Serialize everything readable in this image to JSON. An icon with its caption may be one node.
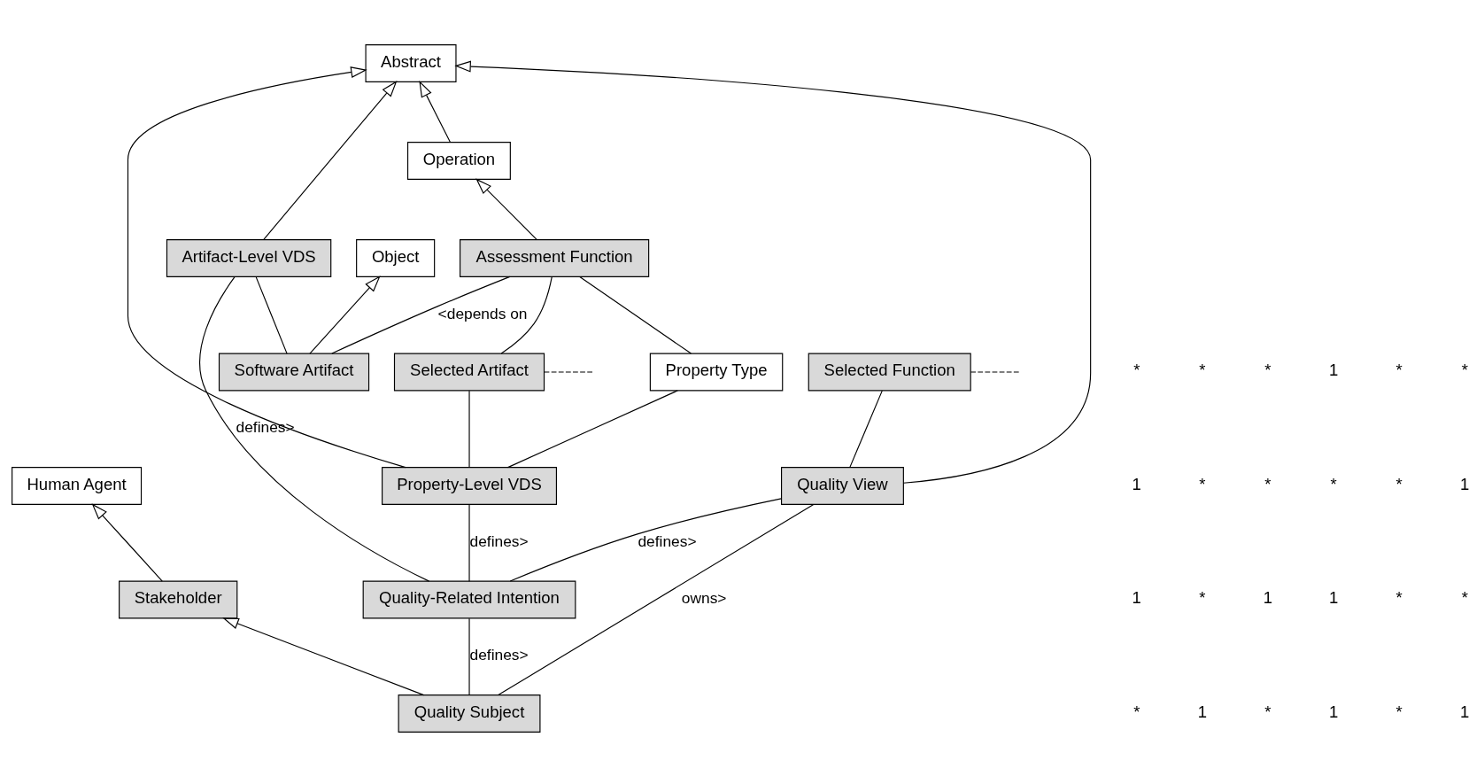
{
  "diagram": {
    "nodes": [
      {
        "text": [
          "Abstract"
        ]
      },
      {
        "text": [
          "Human Agent"
        ]
      },
      {
        "text": [
          "Object"
        ]
      },
      {
        "text": [
          "Operation"
        ]
      },
      {
        "text": [
          "Software Artifact"
        ]
      },
      {
        "text": [
          "Property-Level VDS"
        ]
      },
      {
        "text": [
          "Property Type"
        ]
      },
      {
        "text": [
          "Assessment Function"
        ]
      },
      {
        "text": [
          "Stakeholder"
        ]
      },
      {
        "text": [
          "Artifact-Level VDS"
        ]
      },
      {
        "text": [
          "Selected Artifact"
        ]
      },
      {
        "text": [
          "Quality Subject"
        ]
      },
      {
        "text": [
          "Quality-Related Intention"
        ]
      },
      {
        "text": [
          "Quality View"
        ]
      },
      {
        "text": [
          "Selected Function"
        ]
      }
    ],
    "edges": [
      {
        "from": 9,
        "to": 0,
        "arrow": "to"
      },
      {
        "from": 5,
        "to": 0,
        "arrow": "to"
      },
      {
        "from": 3,
        "to": 0,
        "arrow": "to"
      },
      {
        "from": 13,
        "to": 0,
        "arrow": "to"
      },
      {
        "from": 4,
        "to": 2,
        "arrow": "to"
      },
      {
        "from": 7,
        "to": 3,
        "arrow": "to"
      },
      {
        "from": 8,
        "to": 1,
        "arrow": "to"
      },
      {
        "from": 11,
        "to": 8,
        "arrow": "to"
      },
      {
        "from": 4,
        "to": 9,
        "arrow": "none"
      },
      {
        "from": 5,
        "to": 6,
        "arrow": "none"
      },
      {
        "from": 6,
        "to": 7,
        "arrow": "none"
      },
      {
        "from": 5,
        "to": 10,
        "arrow": "none"
      },
      {
        "from": 4,
        "to": 7,
        "arrow": "none",
        "label": "<depends on"
      },
      {
        "from": 10,
        "to": 7,
        "arrow": "none"
      },
      {
        "from": 10,
        "to": null,
        "arrow": "none",
        "style": "dashed"
      },
      {
        "from": 14,
        "to": null,
        "arrow": "none",
        "style": "dashed"
      },
      {
        "from": 11,
        "to": 12,
        "arrow": "none",
        "label": "defines>"
      },
      {
        "from": 12,
        "to": 9,
        "arrow": "none",
        "label": "defines>"
      },
      {
        "from": 12,
        "to": 5,
        "arrow": "none",
        "label": "defines>"
      },
      {
        "from": 12,
        "to": 13,
        "arrow": "none",
        "label": "defines>"
      },
      {
        "from": 11,
        "to": 13,
        "arrow": "none",
        "label": "owns>"
      },
      {
        "from": 13,
        "to": 14,
        "arrow": "none"
      }
    ],
    "labels": [
      "*",
      "*",
      "*",
      "1",
      "*",
      "*",
      "1",
      "*",
      "*",
      "*",
      "*",
      "1",
      "1",
      "*",
      "1",
      "1",
      "*",
      "*",
      "*",
      "1",
      "*",
      "1",
      "*",
      "1"
    ]
  }
}
